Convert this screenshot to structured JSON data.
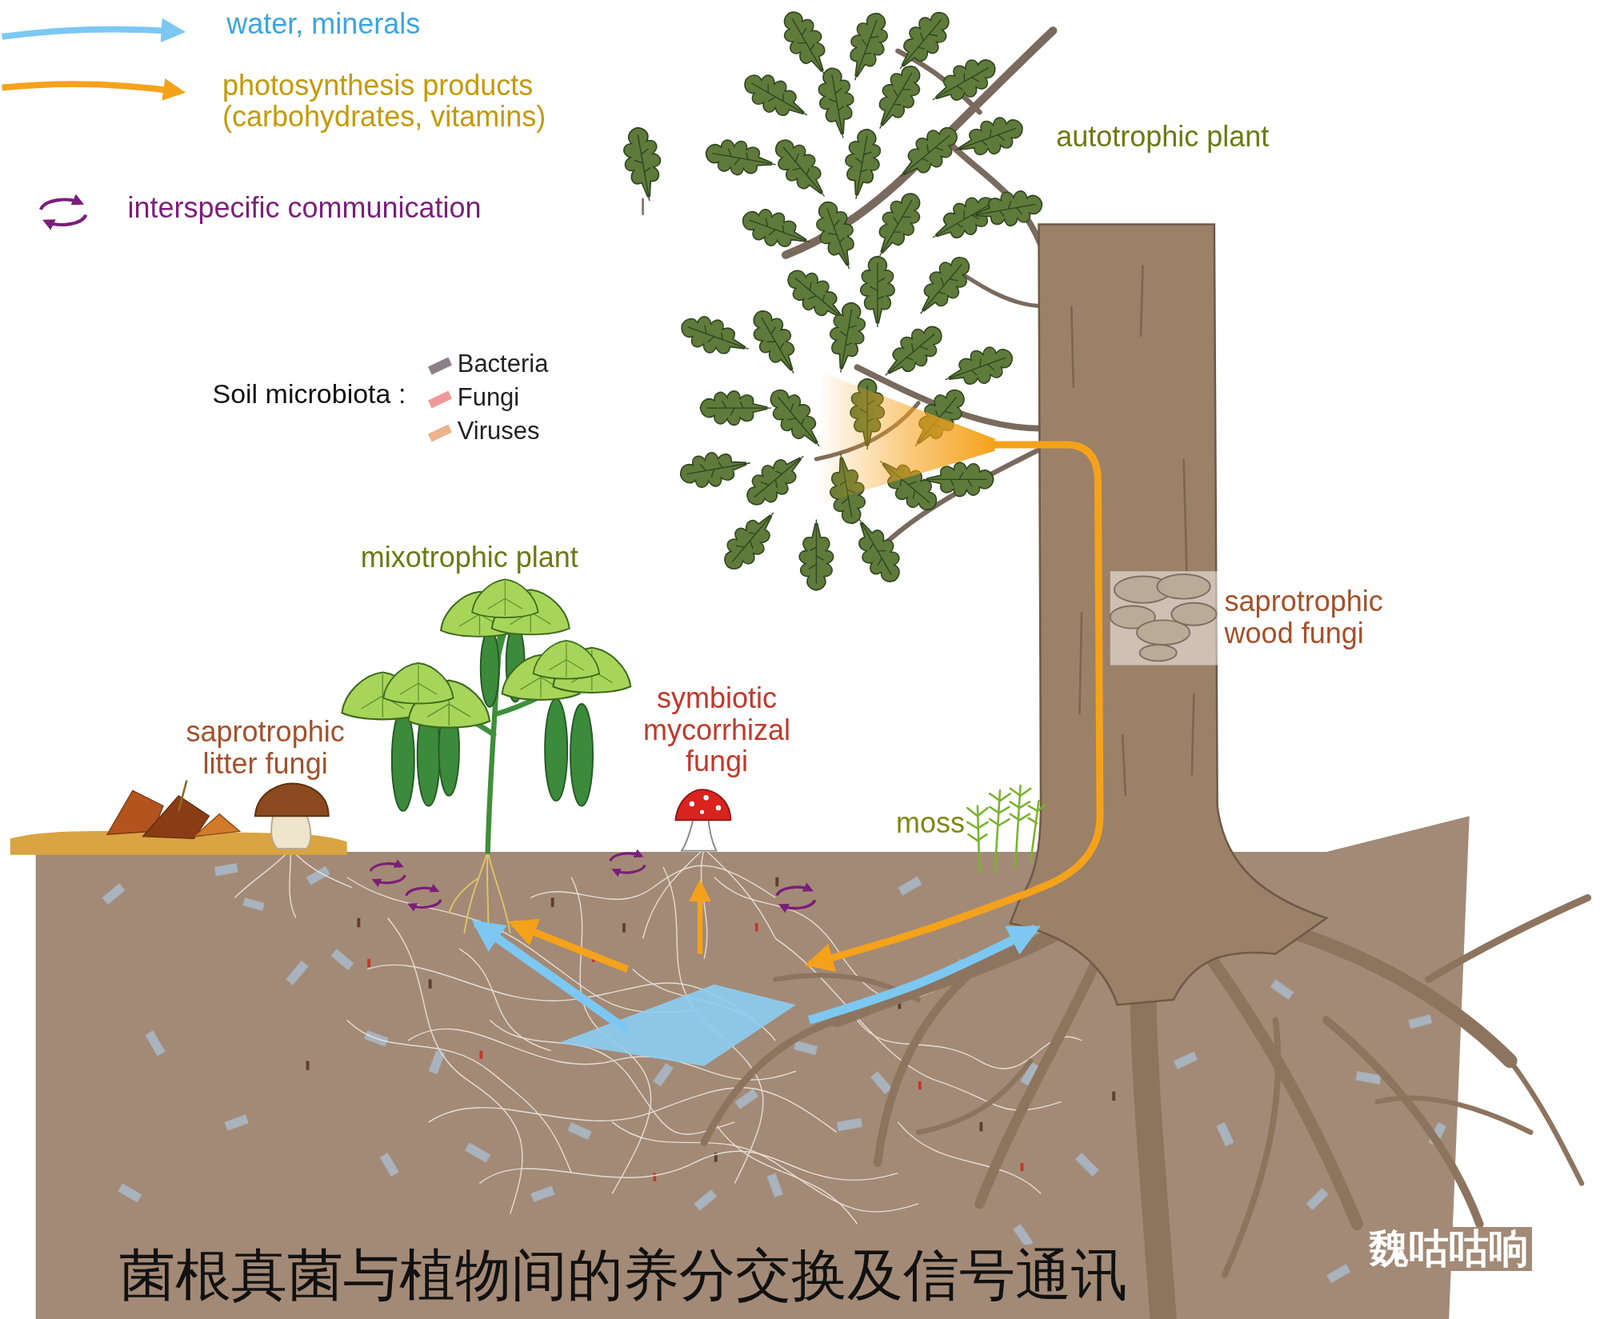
{
  "diagram": {
    "caption": "菌根真菌与植物间的养分交换及信号通讯",
    "nodes": [
      {
        "text": [
          "autotrophic plant"
        ]
      },
      {
        "text": [
          "saprotrophic wood fungi"
        ],
        "in": 0
      },
      {
        "text": [
          "mixotrophic plant"
        ]
      },
      {
        "text": [
          "saprotrophic litter fungi"
        ]
      },
      {
        "text": [
          "symbiotic mycorrhizal fungi"
        ]
      },
      {
        "text": [
          "moss"
        ]
      }
    ],
    "edges": [
      {
        "from": 0,
        "to": 4,
        "arrow": "to"
      },
      {
        "from": 4,
        "to": 2,
        "arrow": "to"
      },
      {
        "from": 4,
        "to": 2,
        "arrow": "to"
      },
      {
        "from": 4,
        "to": 0,
        "arrow": "to"
      }
    ],
    "labels": [
      "Soil microbiota :",
      "魏咕咕响"
    ],
    "legend": [
      {
        "text": "water, minerals"
      },
      {
        "text": "photosynthesis products (carbohydrates, vitamins)"
      },
      {
        "text": "interspecific communication"
      },
      {
        "text": "Bacteria",
        "color": "#8c7f8a"
      },
      {
        "text": "Fungi",
        "color": "#ee9a9a"
      },
      {
        "text": "Viruses",
        "color": "#ecb48e"
      }
    ]
  }
}
